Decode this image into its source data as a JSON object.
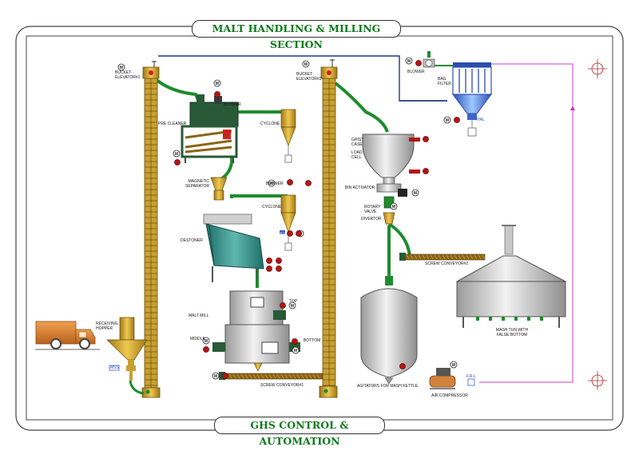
{
  "header": {
    "title": "MALT HANDLING & MILLING SECTION"
  },
  "footer": {
    "title": "GHS CONTROL & AUTOMATION"
  },
  "motor_symbol": "M",
  "colors": {
    "banner_text": "#0a7a1a",
    "elevator": "#c8a032",
    "conveyor": "#8c6414",
    "duct_green": "#1e8c2d",
    "machine_green": "#285a37",
    "tank_grey": "#bebebe",
    "filter_blue": "#3c64c8",
    "air_line": "#c83cc8",
    "motor_red": "#b41414",
    "truck": "#d2823c"
  },
  "labels": {
    "bucket_elevator_1": "BUCKET ELEVATOR#1",
    "bucket_elevator_2": "BUCKET ELEVATOR#2",
    "blower_1": "BLOWER",
    "pre_cleaner": "PRE CLEANER",
    "cyclone_1": "CYCLONE",
    "magnetic_separator": "MAGNETIC SEPARATOR",
    "blower_2": "BLOWER",
    "cyclone_2": "CYCLONE",
    "destoner": "DESTONER",
    "malt_mill": "MALT MILL",
    "top": "TOP",
    "middle": "MIDDLE",
    "bottom": "BOTTOM",
    "screw_conveyor_1": "SCREW CONVEYOR#1",
    "screw_conveyor_2": "SCREW CONVEYOR#2",
    "receiving_hopper": "RECEIVING HOPPER",
    "mss": "MSS",
    "blower_3": "BLOWER",
    "bag_filter": "BAG FILTER",
    "hal": "HAL",
    "grist_case": "GRIST CASE",
    "load_cell": "LOAD CELL",
    "bin_activator": "BIN ACTIVATOR",
    "rotary_valve": "ROTARY VALVE",
    "diverter": "DIVERTOR",
    "agitators": "AGITATORS FOR MASH KETTLE",
    "mash_tun": "MASH TUN WITH FALSE BOTTOM",
    "air_compressor": "AIR COMPRESSOR",
    "frl": "F.R.L",
    "mlc": "MLC"
  }
}
